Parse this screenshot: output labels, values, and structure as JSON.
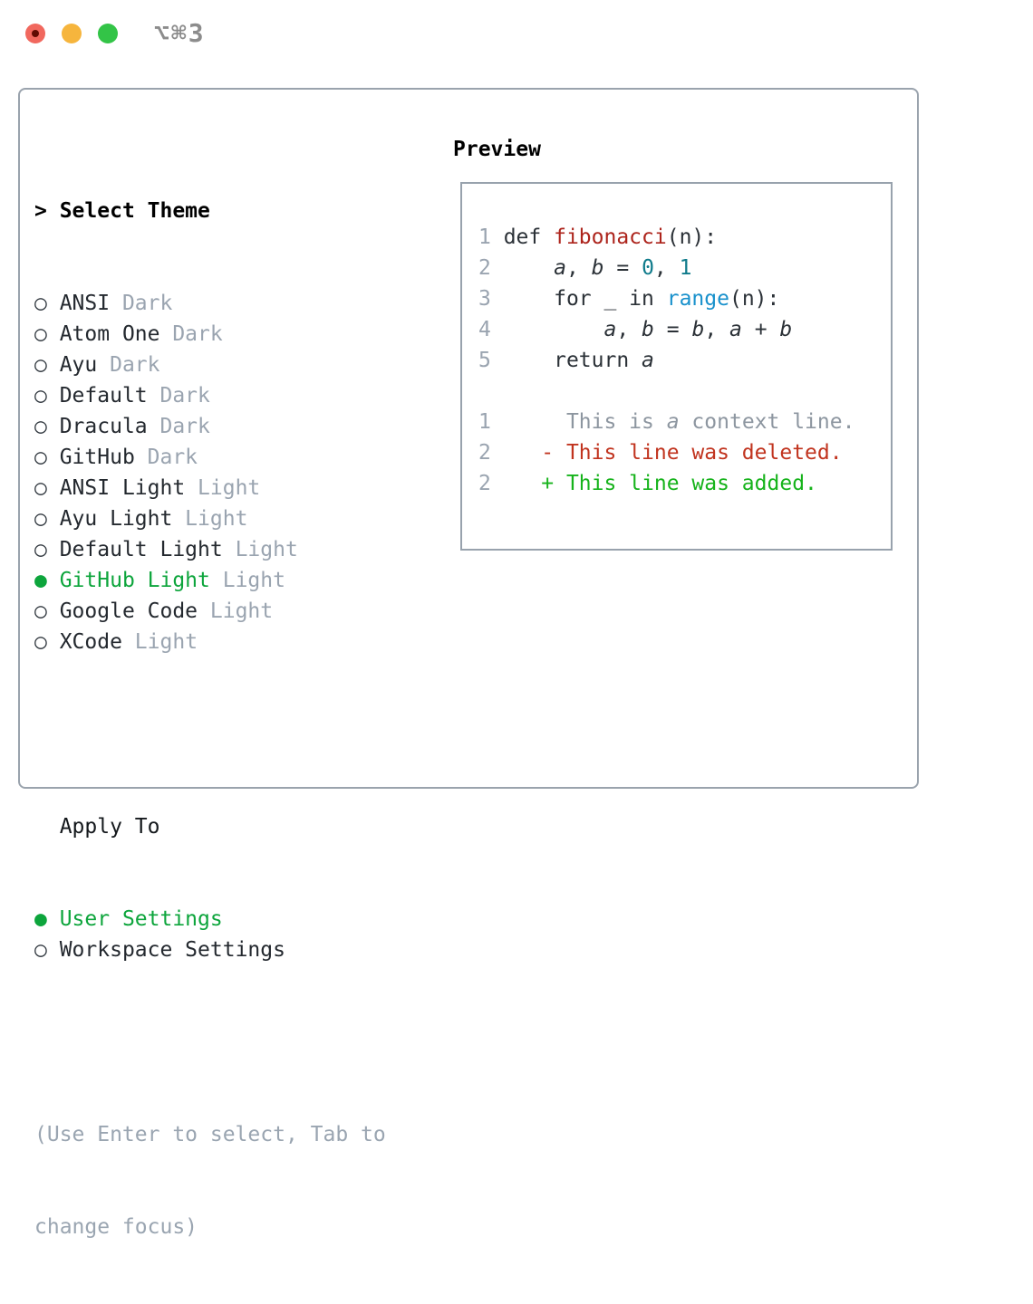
{
  "titlebar": {
    "title": "⌥⌘3"
  },
  "theme_picker": {
    "prompt": "> ",
    "title": "Select Theme",
    "markers": {
      "selected": "●",
      "unselected": "○"
    },
    "themes": [
      {
        "name": "ANSI",
        "variant": "Dark",
        "selected": false
      },
      {
        "name": "Atom One",
        "variant": "Dark",
        "selected": false
      },
      {
        "name": "Ayu",
        "variant": "Dark",
        "selected": false
      },
      {
        "name": "Default",
        "variant": "Dark",
        "selected": false
      },
      {
        "name": "Dracula",
        "variant": "Dark",
        "selected": false
      },
      {
        "name": "GitHub",
        "variant": "Dark",
        "selected": false
      },
      {
        "name": "ANSI Light",
        "variant": "Light",
        "selected": false
      },
      {
        "name": "Ayu Light",
        "variant": "Light",
        "selected": false
      },
      {
        "name": "Default Light",
        "variant": "Light",
        "selected": false
      },
      {
        "name": "GitHub Light",
        "variant": "Light",
        "selected": true
      },
      {
        "name": "Google Code",
        "variant": "Light",
        "selected": false
      },
      {
        "name": "XCode",
        "variant": "Light",
        "selected": false
      }
    ],
    "apply_to": {
      "title": "Apply To",
      "options": [
        {
          "name": "User Settings",
          "selected": true
        },
        {
          "name": "Workspace Settings",
          "selected": false
        }
      ]
    },
    "hint_lines": [
      "(Use Enter to select, Tab to",
      "change focus)"
    ]
  },
  "preview": {
    "title": "Preview",
    "lines": [
      [
        {
          "t": "1 ",
          "c": "gutter"
        },
        {
          "t": "def ",
          "c": "fg"
        },
        {
          "t": "fibonacci",
          "c": "func"
        },
        {
          "t": "(n):",
          "c": "fg"
        }
      ],
      [
        {
          "t": "2 ",
          "c": "gutter"
        },
        {
          "t": "    ",
          "c": "fg"
        },
        {
          "t": "a",
          "c": "var"
        },
        {
          "t": ", ",
          "c": "fg"
        },
        {
          "t": "b",
          "c": "var"
        },
        {
          "t": " = ",
          "c": "fg"
        },
        {
          "t": "0",
          "c": "num"
        },
        {
          "t": ", ",
          "c": "fg"
        },
        {
          "t": "1",
          "c": "num"
        }
      ],
      [
        {
          "t": "3 ",
          "c": "gutter"
        },
        {
          "t": "    for _ in ",
          "c": "fg"
        },
        {
          "t": "range",
          "c": "call"
        },
        {
          "t": "(n):",
          "c": "fg"
        }
      ],
      [
        {
          "t": "4 ",
          "c": "gutter"
        },
        {
          "t": "        ",
          "c": "fg"
        },
        {
          "t": "a",
          "c": "var"
        },
        {
          "t": ", ",
          "c": "fg"
        },
        {
          "t": "b",
          "c": "var"
        },
        {
          "t": " = ",
          "c": "fg"
        },
        {
          "t": "b",
          "c": "var"
        },
        {
          "t": ", ",
          "c": "fg"
        },
        {
          "t": "a",
          "c": "var"
        },
        {
          "t": " + ",
          "c": "fg"
        },
        {
          "t": "b",
          "c": "var"
        }
      ],
      [
        {
          "t": "5 ",
          "c": "gutter"
        },
        {
          "t": "    return ",
          "c": "fg"
        },
        {
          "t": "a",
          "c": "var"
        }
      ],
      [],
      [
        {
          "t": "1 ",
          "c": "gutter"
        },
        {
          "t": "     This is ",
          "c": "ctx"
        },
        {
          "t": "a",
          "c": "ctxvar"
        },
        {
          "t": " context line.",
          "c": "ctx"
        }
      ],
      [
        {
          "t": "2 ",
          "c": "gutter"
        },
        {
          "t": "   ",
          "c": "fg"
        },
        {
          "t": "- This line was deleted.",
          "c": "del"
        }
      ],
      [
        {
          "t": "2 ",
          "c": "gutter"
        },
        {
          "t": "   ",
          "c": "fg"
        },
        {
          "t": "+ This line was added.",
          "c": "add"
        }
      ]
    ]
  },
  "colors": {
    "panel_border": "#9aa3ad",
    "selected_green": "#0da53c",
    "added_green": "#16b31b",
    "deleted_red": "#c1341f",
    "function_red": "#ad241c",
    "number_teal": "#0f7b8b",
    "builtin_blue": "#1991cc",
    "muted_gray": "#9aa4b0",
    "traffic_red": "#f1685e",
    "traffic_yellow": "#f6b53d",
    "traffic_green": "#33c447"
  }
}
